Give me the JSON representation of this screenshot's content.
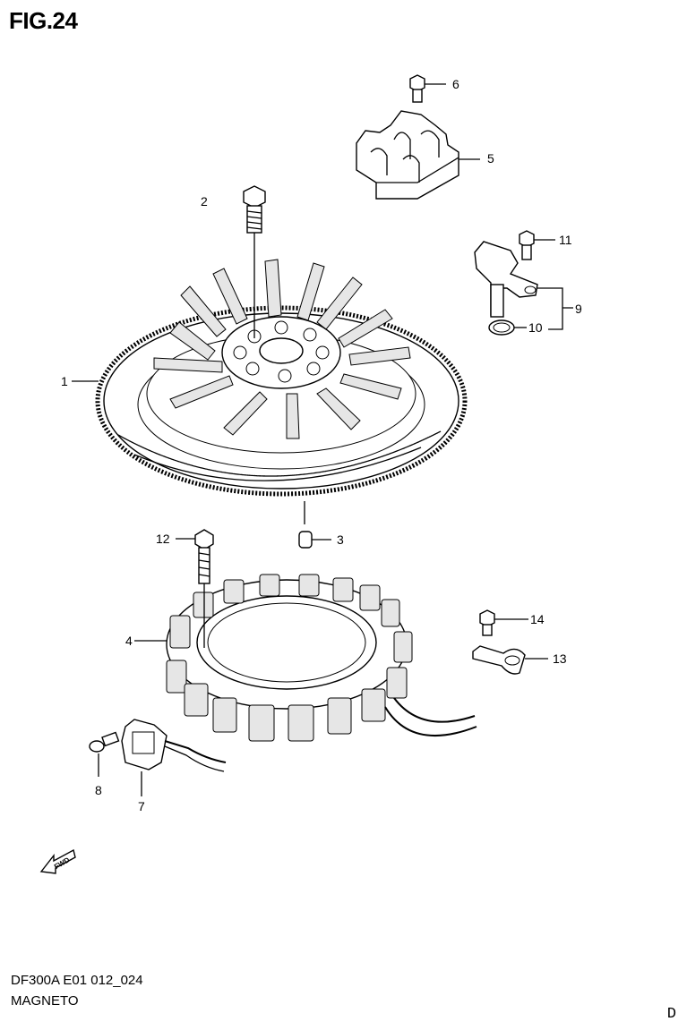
{
  "figure": {
    "title": "FIG.24",
    "footer_code": "DF300A E01 012_024",
    "footer_name": "MAGNETO",
    "corner_mark": "D",
    "direction_label": "FWD"
  },
  "callouts": [
    {
      "id": "1",
      "label": "1"
    },
    {
      "id": "2",
      "label": "2"
    },
    {
      "id": "3",
      "label": "3"
    },
    {
      "id": "4",
      "label": "4"
    },
    {
      "id": "5",
      "label": "5"
    },
    {
      "id": "6",
      "label": "6"
    },
    {
      "id": "7",
      "label": "7"
    },
    {
      "id": "8",
      "label": "8"
    },
    {
      "id": "9",
      "label": "9"
    },
    {
      "id": "10",
      "label": "10"
    },
    {
      "id": "11",
      "label": "11"
    },
    {
      "id": "12",
      "label": "12"
    },
    {
      "id": "13",
      "label": "13"
    },
    {
      "id": "14",
      "label": "14"
    }
  ]
}
